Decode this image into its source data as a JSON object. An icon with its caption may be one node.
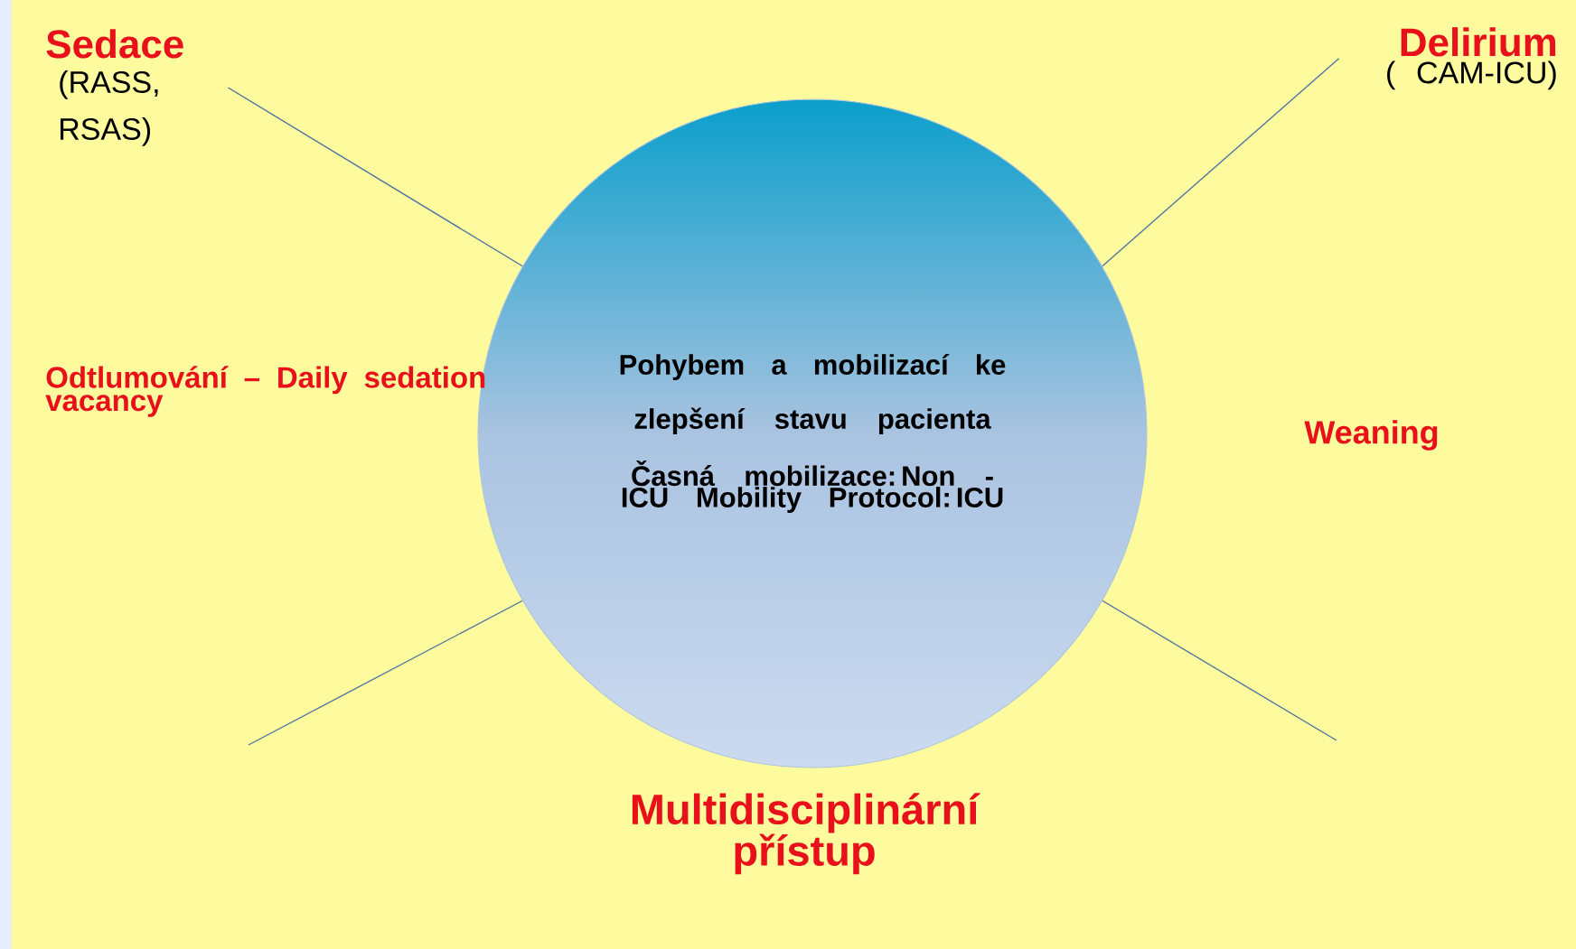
{
  "diagram": {
    "nodes": [
      {
        "text": [
          "Pohybem a mobilizací ke zlepšení stavu pacienta",
          "Časná mobilizace: Non - ICU Mobility Protocol: ICU"
        ]
      },
      {
        "text": [
          "Sedace",
          "(RASS, RSAS)"
        ]
      },
      {
        "text": [
          "Delirium",
          "( CAM-ICU)"
        ]
      }
    ],
    "edges": [
      {
        "from": 0,
        "to": 1,
        "arrow": "none"
      },
      {
        "from": 0,
        "to": 2,
        "arrow": "none"
      },
      {
        "from": 0,
        "to": null,
        "arrow": "none"
      },
      {
        "from": 0,
        "to": null,
        "arrow": "none"
      }
    ],
    "labels": [
      "Odtlumování – Daily sedation vacancy",
      "Weaning",
      "Multidisciplinární přístup"
    ]
  }
}
